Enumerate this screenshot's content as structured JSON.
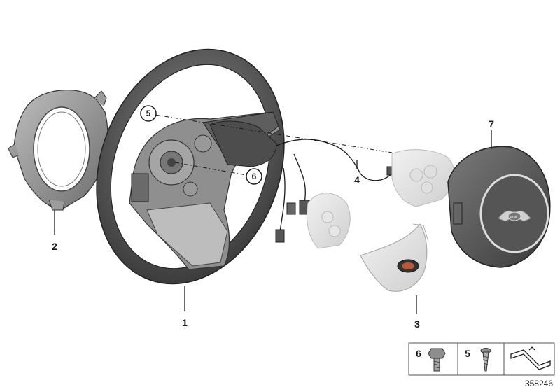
{
  "callouts": {
    "c1": "1",
    "c2": "2",
    "c3": "3",
    "c4": "4",
    "c5": "5",
    "c6": "6",
    "c7": "7"
  },
  "legend": {
    "item6": "6",
    "item5": "5"
  },
  "reference_number": "358246",
  "airbag_badge_text": "MINI"
}
